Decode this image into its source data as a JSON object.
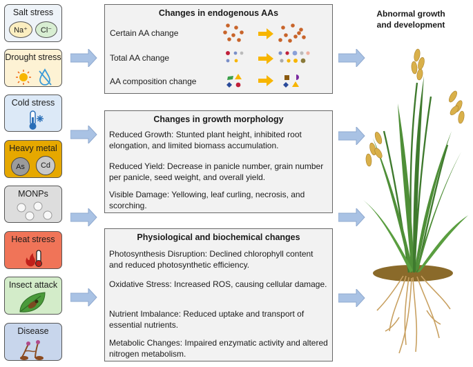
{
  "stresses": [
    {
      "label": "Salt stress",
      "ions": [
        "Na⁺",
        "Cl⁻"
      ]
    },
    {
      "label": "Drought stress"
    },
    {
      "label": "Cold stress"
    },
    {
      "label": "Heavy metal",
      "ions": [
        "As",
        "Cd"
      ]
    },
    {
      "label": "MONPs"
    },
    {
      "label": "Heat stress"
    },
    {
      "label": "Insect attack"
    },
    {
      "label": "Disease"
    }
  ],
  "aa_panel": {
    "title": "Changes in endogenous AAs",
    "rows": [
      "Certain AA change",
      "Total AA change",
      "AA composition change"
    ]
  },
  "morph_panel": {
    "title": "Changes in growth morphology",
    "items": [
      "Reduced Growth: Stunted plant height, inhibited root elongation, and limited biomass accumulation.",
      "Reduced Yield: Decrease in panicle number, grain number per panicle, seed weight, and overall yield.",
      "Visible Damage: Yellowing, leaf curling, necrosis, and scorching."
    ]
  },
  "phys_panel": {
    "title": "Physiological and biochemical changes",
    "items": [
      "Photosynthesis Disruption: Declined chlorophyll content and reduced photosynthetic efficiency.",
      "Oxidative Stress: Increased ROS, causing cellular damage.",
      "Nutrient Imbalance: Reduced uptake and transport of essential nutrients.",
      "Metabolic Changes: Impaired enzymatic activity and altered nitrogen metabolism."
    ]
  },
  "outcome": {
    "line1": "Abnormal growth",
    "line2": "and development"
  },
  "colors": {
    "salt_bg": "#eef3f8",
    "drought_bg": "#fdf2d4",
    "cold_bg": "#dce9f7",
    "heavy_bg": "#e6a800",
    "monps_bg": "#dddddd",
    "heat_bg": "#f07458",
    "insect_bg": "#d3ecc9",
    "disease_bg": "#c8d6ec",
    "arrow": "#a9c2e4",
    "yellow_arrow": "#f7b500",
    "panel_bg": "#f2f2f2"
  }
}
